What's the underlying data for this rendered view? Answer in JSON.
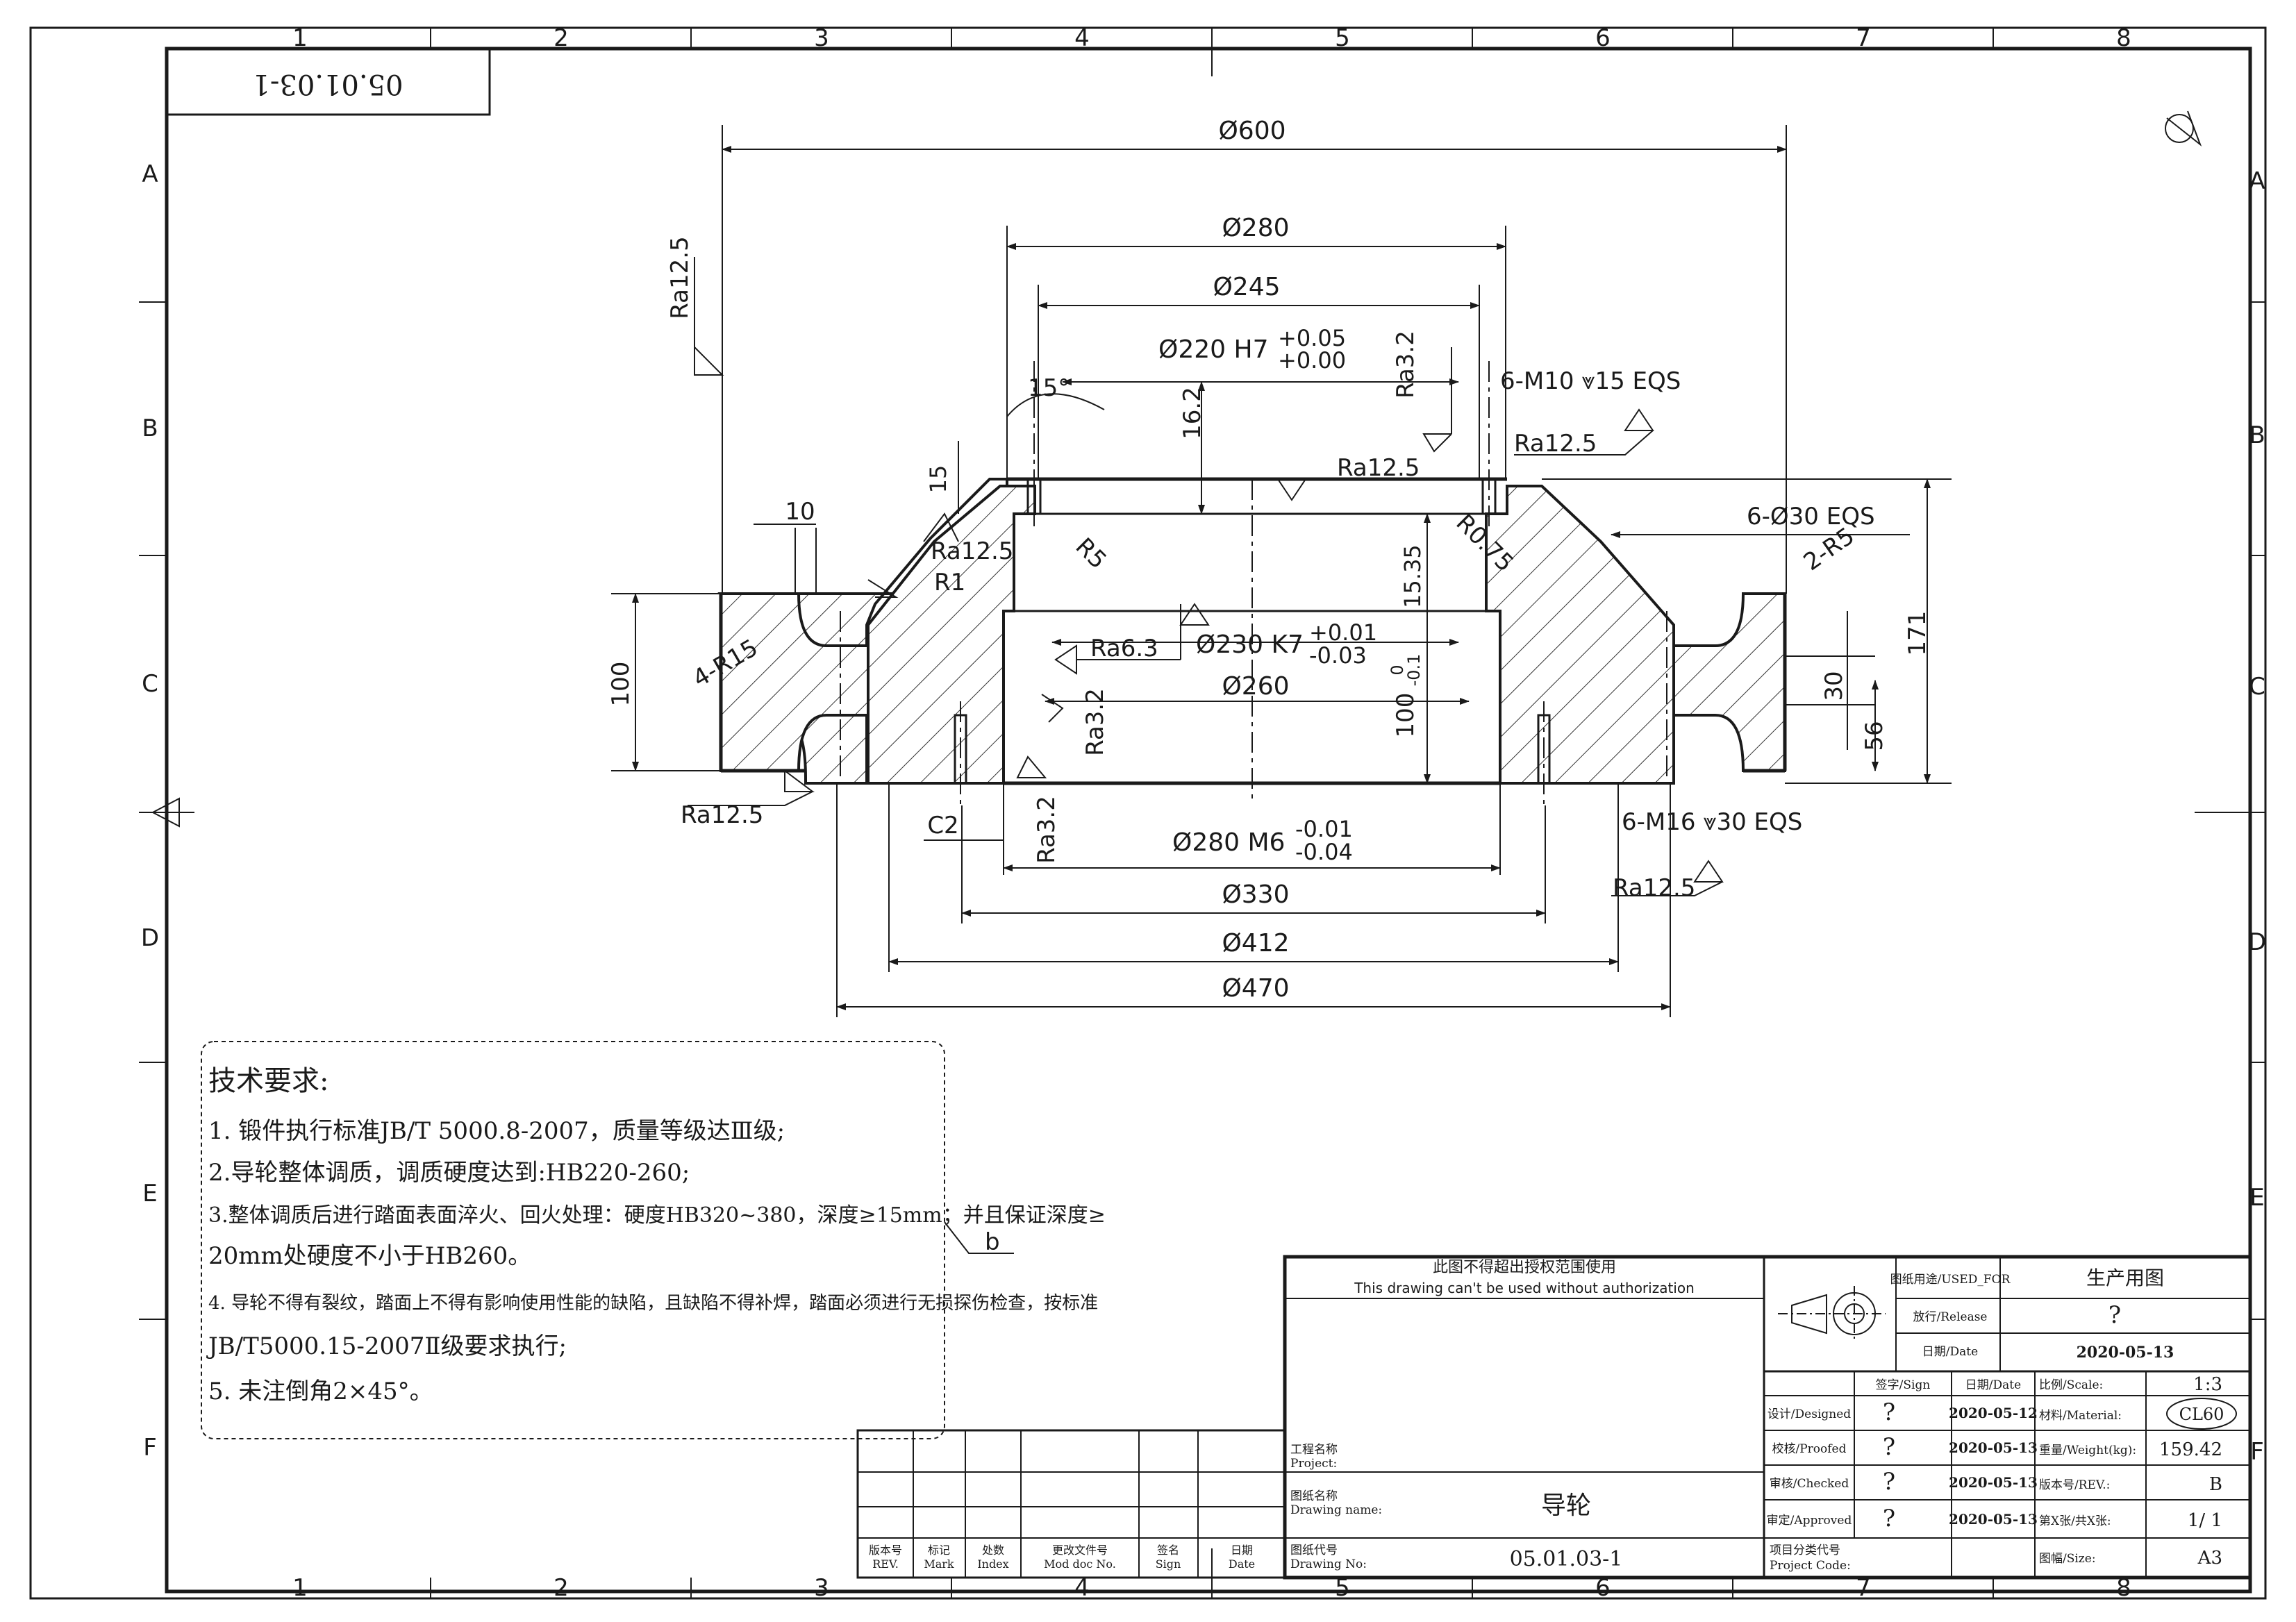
{
  "frame": {
    "col_labels": [
      "1",
      "2",
      "3",
      "4",
      "5",
      "6",
      "7",
      "8"
    ],
    "row_labels": [
      "A",
      "B",
      "C",
      "D",
      "E",
      "F"
    ]
  },
  "corner_code": "05.01.03-1",
  "dimensions": {
    "d600": "Ø600",
    "d280": "Ø280",
    "d245": "Ø245",
    "d220": "Ø220 H7",
    "d220_tol_up": "+0.05",
    "d220_tol_lo": "+0.00",
    "d230": "Ø230 K7",
    "d230_tol_up": "+0.01",
    "d230_tol_lo": "-0.03",
    "d260": "Ø260",
    "d280m6": "Ø280 M6",
    "d280m6_tol_up": "-0.01",
    "d280m6_tol_lo": "-0.04",
    "d330": "Ø330",
    "d412": "Ø412",
    "d470": "Ø470",
    "h16_2": "16.2",
    "h15": "15",
    "h10": "10",
    "h100_left": "100",
    "h100_mid": "100",
    "h100_tol_up": "0",
    "h100_tol_lo": "-0.1",
    "h15_35": "15.35",
    "h171": "171",
    "h30": "30",
    "h56": "56",
    "angle15": "15°",
    "r5": "R5",
    "r1": "R1",
    "r0_75": "R0.75",
    "r15": "4-R15",
    "r5_2": "2-R5",
    "c2": "C2",
    "m10": "6-M10 ⩔15 EQS",
    "m16": "6-M16 ⩔30 EQS",
    "d30": "6-Ø30 EQS"
  },
  "roughness": {
    "ra12_5": "Ra12.5",
    "ra3_2": "Ra3.2",
    "ra6_3": "Ra6.3"
  },
  "tech_notes": {
    "title": "技术要求:",
    "items": [
      "1. 锻件执行标准JB/T 5000.8-2007，质量等级达Ⅲ级;",
      "2.导轮整体调质，调质硬度达到:HB220-260;",
      "3.整体调质后进行踏面表面淬火、回火处理：硬度HB320~380，深度≥15mm；并且保证深度≥",
      "20mm处硬度不小于HB260。",
      "4. 导轮不得有裂纹，踏面上不得有影响使用性能的缺陷，且缺陷不得补焊，踏面必须进行无损探伤检查，按标准",
      "JB/T5000.15-2007Ⅱ级要求执行;",
      "5. 未注倒角2×45°。"
    ]
  },
  "roughness_general": "b",
  "title_block": {
    "warning_cn": "此图不得超出授权范围使用",
    "warning_en": "This drawing can't be used without authorization",
    "used_for_label": "图纸用途/USED_FOR",
    "used_for_value": "生产用图",
    "release_label": "放行/Release",
    "release_value": "?",
    "date_label": "日期/Date",
    "date_value": "2020-05-13",
    "sign_header": "签字/Sign",
    "date_header": "日期/Date",
    "rows": [
      {
        "label": "设计/Designed",
        "sign": "?",
        "date": "2020-05-12"
      },
      {
        "label": "校核/Proofed",
        "sign": "?",
        "date": "2020-05-13"
      },
      {
        "label": "审核/Checked",
        "sign": "?",
        "date": "2020-05-13"
      },
      {
        "label": "审定/Approved",
        "sign": "?",
        "date": "2020-05-13"
      }
    ],
    "scale_label": "比例/Scale:",
    "scale_value": "1:3",
    "material_label": "材料/Material:",
    "material_value": "CL60",
    "weight_label": "重量/Weight(kg):",
    "weight_value": "159.42",
    "rev_label": "版本号/REV.:",
    "rev_value": "B",
    "sheet_label": "第X张/共X张:",
    "sheet_value": "1/ 1",
    "size_label": "图幅/Size:",
    "size_value": "A3",
    "project_label": "工程名称\nProject:",
    "drawing_name_label": "图纸名称\nDrawing name:",
    "drawing_name_value": "导轮",
    "drawing_no_label": "图纸代号\nDrawing No:",
    "drawing_no_value": "05.01.03-1",
    "project_code_label": "项目分类代号\nProject Code:",
    "rev_cols": [
      "版本号\nREV.",
      "标记\nMark",
      "处数\nIndex",
      "更改文件号\nMod doc No.",
      "签名\nSign",
      "日期\nDate"
    ]
  }
}
